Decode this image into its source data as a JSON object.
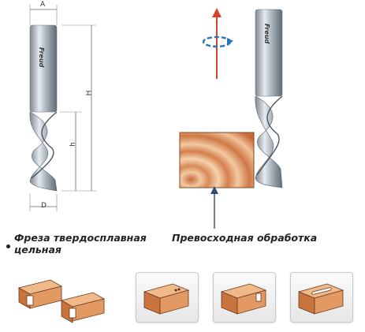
{
  "left_tool": {
    "dimensions": {
      "a": "A",
      "h_total": "H",
      "h_cut": "h",
      "d": "D"
    }
  },
  "captions": {
    "tool_type_line1": "Фреза твердосплавная",
    "tool_type_line2": "цельная",
    "finish_quality": "Превосходная обработка"
  },
  "colors": {
    "shank": "#b9c3cc",
    "wood_light": "#f2c9a0",
    "wood_dark": "#c86a3c",
    "rotation_arrow": "#2d73b8",
    "feed_arrow": "#d6452b"
  },
  "examples": {
    "card_count": 3
  }
}
